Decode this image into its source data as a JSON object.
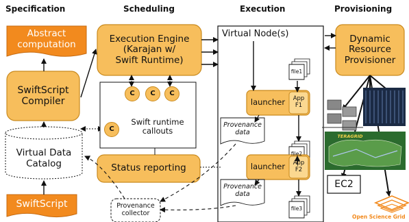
{
  "columns": {
    "specification": "Specification",
    "scheduling": "Scheduling",
    "execution": "Execution",
    "provisioning": "Provisioning"
  },
  "nodes": {
    "abstract_computation": "Abstract\ncomputation",
    "swiftscript_compiler": "SwiftScript\nCompiler",
    "virtual_data_catalog": "Virtual Data\nCatalog",
    "swiftscript": "SwiftScript",
    "execution_engine": "Execution Engine\n(Karajan w/\nSwift Runtime)",
    "callout_badge": "C",
    "swift_runtime_callouts": "Swift runtime\ncallouts",
    "status_reporting": "Status reporting",
    "virtual_nodes": "Virtual Node(s)",
    "file1": "file1",
    "file2": "file2",
    "file3": "file3",
    "launcher1": "launcher",
    "launcher2": "launcher",
    "app_f1": "App\nF1",
    "app_f2": "App\nF2",
    "provenance_data_1": "Provenance\ndata",
    "provenance_data_2": "Provenance\ndata",
    "provenance_collector": "Provenance\ncollector",
    "dynamic_resource_provisioner": "Dynamic\nResource\nProvisioner",
    "ec2": "EC2",
    "open_science_grid": "Open Science Grid",
    "teragrid": "TERAGRID"
  },
  "colors": {
    "box_fill": "#f7be5c",
    "box_border": "#c98a1e",
    "orange_fill": "#f28a1e",
    "arrow": "#111111"
  }
}
